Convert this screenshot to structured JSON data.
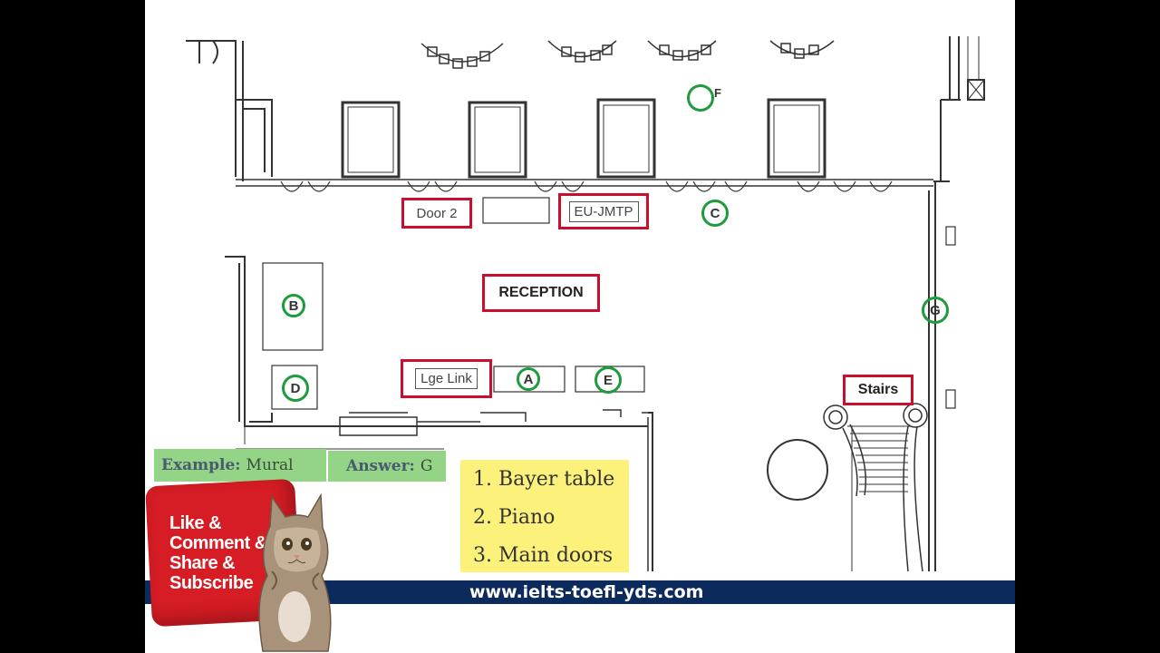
{
  "labels": {
    "door2": "Door 2",
    "eu_jmtp": "EU-JMTP",
    "reception": "RECEPTION",
    "lge_link": "Lge Link",
    "stairs": "Stairs"
  },
  "markers": {
    "a": "A",
    "b": "B",
    "c": "C",
    "d": "D",
    "e": "E",
    "f": "F",
    "g": "G"
  },
  "example": {
    "label": "Example:",
    "value": "Mural",
    "answer_label": "Answer:",
    "answer_value": "G"
  },
  "questions": [
    "1. Bayer table",
    "2. Piano",
    "3. Main doors"
  ],
  "promo": {
    "line1": "Like &",
    "line2": "Comment &",
    "line3": "Share &",
    "line4": "Subscribe",
    "url": "www.ielts-toefl-yds.com"
  },
  "colors": {
    "highlight_border": "#c8102e",
    "marker_ring": "#1e9b3c",
    "footer_bar": "#0d2a5c",
    "question_box": "#fbf17b",
    "example_box": "#93d486"
  }
}
